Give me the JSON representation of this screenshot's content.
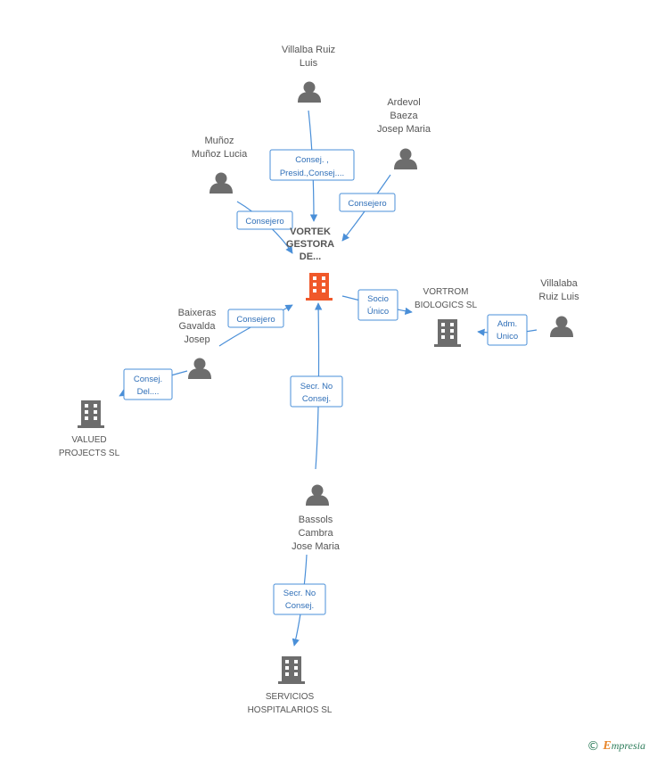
{
  "diagram": {
    "center": {
      "name_lines": [
        "VORTEK",
        "GESTORA",
        "DE..."
      ],
      "color": "#f0582a"
    },
    "persons": [
      {
        "id": "villalba-ruiz-luis",
        "lines": [
          "Villalba Ruiz",
          "Luis"
        ]
      },
      {
        "id": "ardevol-baeza",
        "lines": [
          "Ardevol",
          "Baeza",
          "Josep Maria"
        ]
      },
      {
        "id": "munoz-munoz-lucia",
        "lines": [
          "Muñoz",
          "Muñoz Lucia"
        ]
      },
      {
        "id": "baixeras-gavalda",
        "lines": [
          "Baixeras",
          "Gavalda",
          "Josep"
        ]
      },
      {
        "id": "bassols-cambra",
        "lines": [
          "Bassols",
          "Cambra",
          "Jose Maria"
        ]
      },
      {
        "id": "villalaba-ruiz-luis",
        "lines": [
          "Villalaba",
          "Ruiz Luis"
        ]
      }
    ],
    "companies": [
      {
        "id": "vortrom",
        "lines": [
          "VORTROM",
          "BIOLOGICS SL"
        ]
      },
      {
        "id": "valued",
        "lines": [
          "VALUED",
          "PROJECTS SL"
        ]
      },
      {
        "id": "servicios",
        "lines": [
          "SERVICIOS",
          "HOSPITALARIOS SL"
        ]
      }
    ],
    "relations": [
      {
        "id": "rel-villalba",
        "lines": [
          "Consej. ,",
          "Presid.,Consej...."
        ]
      },
      {
        "id": "rel-ardevol",
        "lines": [
          "Consejero"
        ]
      },
      {
        "id": "rel-munoz",
        "lines": [
          "Consejero"
        ]
      },
      {
        "id": "rel-baixeras",
        "lines": [
          "Consejero"
        ]
      },
      {
        "id": "rel-baixeras-valued",
        "lines": [
          "Consej.",
          "Del...."
        ]
      },
      {
        "id": "rel-bassols",
        "lines": [
          "Secr.  No",
          "Consej."
        ]
      },
      {
        "id": "rel-bassols-servicios",
        "lines": [
          "Secr.  No",
          "Consej."
        ]
      },
      {
        "id": "rel-vortek-vortrom",
        "lines": [
          "Socio",
          "Único"
        ]
      },
      {
        "id": "rel-villalaba-vortrom",
        "lines": [
          "Adm.",
          "Unico"
        ]
      }
    ],
    "colors": {
      "person_icon": "#6d6d6d",
      "company_icon": "#6d6d6d",
      "edge": "#4a8fd8",
      "center_icon": "#f0582a"
    }
  },
  "footer": {
    "copyright_symbol": "©",
    "brand_initial": "E",
    "brand_rest": "mpresia"
  }
}
